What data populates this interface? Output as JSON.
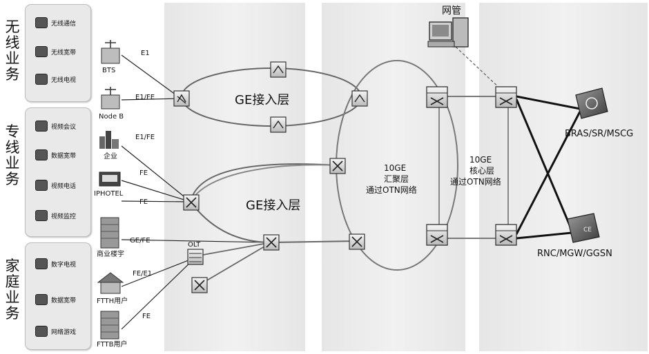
{
  "categories": [
    {
      "label": "无线业务",
      "items": [
        "无线通信",
        "无线宽带",
        "无线电视"
      ]
    },
    {
      "label": "专线业务",
      "items": [
        "视频会议",
        "数据宽带",
        "视频电话",
        "视频监控"
      ]
    },
    {
      "label": "家庭业务",
      "items": [
        "数字电视",
        "数据宽带",
        "网络游戏"
      ]
    }
  ],
  "sites": {
    "bts": "BTS",
    "nodeb": "Node B",
    "enterprise": "企业",
    "hotel": "IPHOTEL",
    "building": "商业楼宇",
    "ftth": "FTTH用户",
    "fttb": "FTTB用户"
  },
  "links": {
    "e1": "E1",
    "e1fe_a": "E1/FE",
    "e1fe_b": "E1/FE",
    "fe_a": "FE",
    "fe_b": "FE",
    "gefe": "GE/FE",
    "fee1": "FE/E1",
    "fe_c": "FE"
  },
  "rings": {
    "ge_top": "GE接入层",
    "ge_bottom": "GE接入层"
  },
  "aggregation": {
    "line1": "10GE",
    "line2": "汇聚层",
    "line3": "通过OTN网络"
  },
  "core": {
    "line1": "10GE",
    "line2": "核心层",
    "line3": "通过OTN网络"
  },
  "olt": "OLT",
  "nms": "网管",
  "servers": {
    "bras": "BRAS/SR/MSCG",
    "rnc": "RNC/MGW/GGSN"
  }
}
